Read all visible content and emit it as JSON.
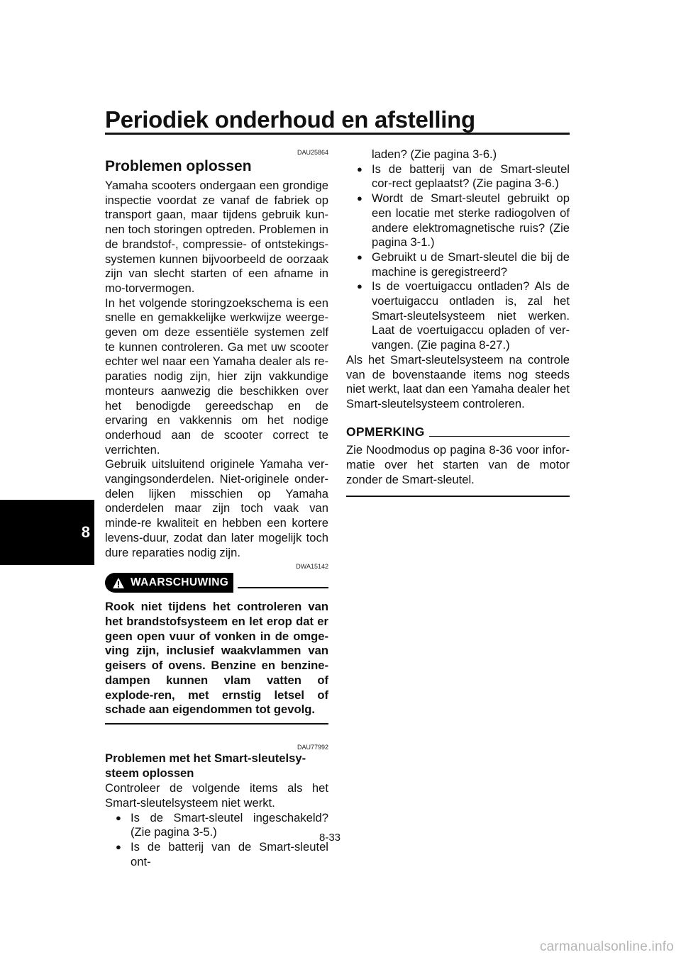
{
  "header": {
    "title": "Periodiek onderhoud en afstelling"
  },
  "chapter_tab": "8",
  "section1": {
    "code": "DAU25864",
    "title": "Problemen oplossen",
    "paragraphs": [
      "Yamaha scooters ondergaan een grondige inspectie voordat ze vanaf de fabriek op transport gaan, maar tijdens gebruik kun-nen toch storingen optreden. Problemen in de brandstof-, compressie- of ontstekings-systemen kunnen bijvoorbeeld de oorzaak zijn van slecht starten of een afname in mo-torvermogen.",
      "In het volgende storingzoekschema is een snelle en gemakkelijke werkwijze weerge-geven om deze essentiële systemen zelf te kunnen controleren. Ga met uw scooter echter wel naar een Yamaha dealer als re-paraties nodig zijn, hier zijn vakkundige monteurs aanwezig die beschikken over het benodigde gereedschap en de ervaring en vakkennis om het nodige onderhoud aan de scooter correct te verrichten.",
      "Gebruik uitsluitend originele Yamaha ver-vangingsonderdelen. Niet-originele onder-delen lijken misschien op Yamaha onderdelen maar zijn toch vaak van minde-re kwaliteit en hebben een kortere levens-duur, zodat dan later mogelijk toch dure reparaties nodig zijn."
    ]
  },
  "warning": {
    "code": "DWA15142",
    "label": "WAARSCHUWING",
    "text": "Rook niet tijdens het controleren van het brandstofsysteem en let erop dat er geen open vuur of vonken in de omge-ving zijn, inclusief waakvlammen van geisers of ovens. Benzine en benzine-dampen kunnen vlam vatten of explode-ren, met ernstig letsel of schade aan eigendommen tot gevolg."
  },
  "section2": {
    "code": "DAU77992",
    "title": "Problemen met het Smart-sleutelsy-steem oplossen",
    "intro": "Controleer de volgende items als het Smart-sleutelsysteem niet werkt.",
    "bullets": [
      "Is de Smart-sleutel ingeschakeld? (Zie pagina 3-5.)",
      "Is de batterij van de Smart-sleutel ont-"
    ],
    "bullet_continuation": "laden? (Zie pagina 3-6.)",
    "bullets_right": [
      "Is de batterij van de Smart-sleutel cor-rect geplaatst? (Zie pagina 3-6.)",
      "Wordt de Smart-sleutel gebruikt op een locatie met sterke radiogolven of andere elektromagnetische ruis? (Zie pagina 3-1.)",
      "Gebruikt u de Smart-sleutel die bij de machine is geregistreerd?",
      "Is de voertuigaccu ontladen? Als de voertuigaccu ontladen is, zal het Smart-sleutelsysteem niet werken. Laat de voertuigaccu opladen of ver-vangen. (Zie pagina 8-27.)"
    ],
    "outro": "Als het Smart-sleutelsysteem na controle van de bovenstaande items nog steeds niet werkt, laat dan een Yamaha dealer het Smart-sleutelsysteem controleren."
  },
  "note": {
    "label": "OPMERKING",
    "text": "Zie Noodmodus op pagina 8-36 voor infor-matie over het starten van de motor zonder de Smart-sleutel."
  },
  "page_number": "8-33",
  "watermark": "carmanualsonline.info"
}
